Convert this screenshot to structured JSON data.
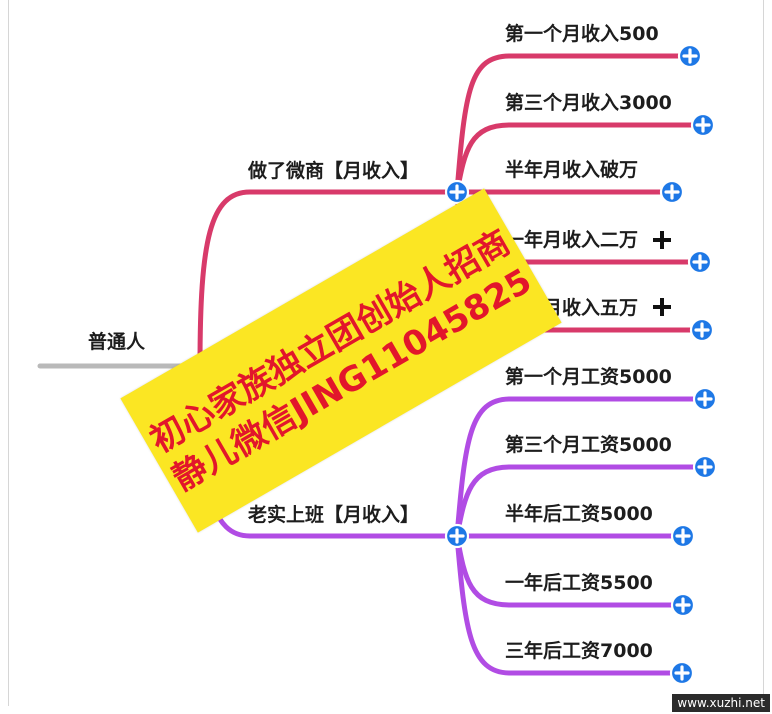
{
  "root": {
    "label": "普通人"
  },
  "branches": [
    {
      "id": "weishang",
      "label": "做了微商【月收入】",
      "color": "#d83a6a",
      "children": [
        {
          "label": "第一个月收入500"
        },
        {
          "label": "第三个月收入3000"
        },
        {
          "label": "半年月收入破万"
        },
        {
          "label": "一年月收入二万",
          "plus": true
        },
        {
          "label": "三年月收入五万",
          "plus": true
        }
      ]
    },
    {
      "id": "shangban",
      "label": "老实上班【月收入】",
      "color": "#b14ce4",
      "children": [
        {
          "label": "第一个月工资5000"
        },
        {
          "label": "第三个月工资5000"
        },
        {
          "label": "半年后工资5000"
        },
        {
          "label": "一年后工资5500"
        },
        {
          "label": "三年后工资7000"
        }
      ]
    }
  ],
  "watermark": {
    "line1": "初心家族独立团创始人招商",
    "line2": "静儿微信JING11045825",
    "background": "#fbe623",
    "color": "#e2162b"
  },
  "site_tag": "www.xuzhi.net",
  "colors": {
    "root_line": "#b9b9b9",
    "plus_button": "#1e78e6"
  }
}
